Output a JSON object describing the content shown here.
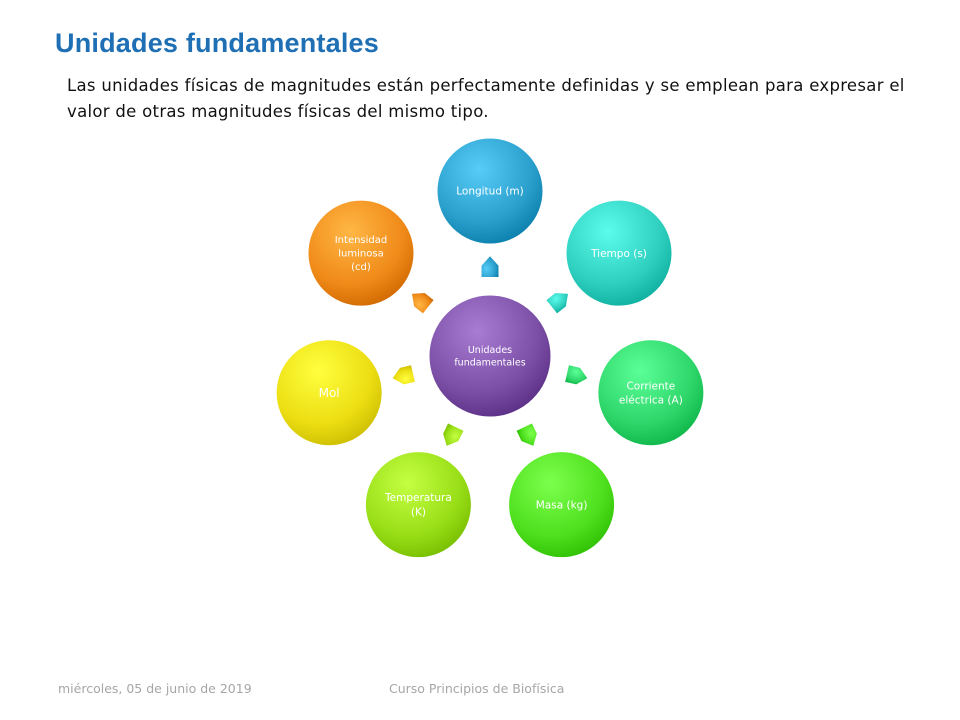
{
  "slide": {
    "title": "Unidades fundamentales",
    "body": "Las unidades físicas de magnitudes están perfectamente definidas y se emplean para expresar el valor de otras magnitudes físicas del mismo tipo."
  },
  "diagram": {
    "center": {
      "lines": [
        "Unidades",
        "fundamentales"
      ],
      "color": "#7b4fa6"
    },
    "nodes": [
      {
        "id": "longitud",
        "lines": [
          "Longitud (m)"
        ],
        "color": "#2a9fcc"
      },
      {
        "id": "tiempo",
        "lines": [
          "Tiempo (s)"
        ],
        "color": "#2fcfbf"
      },
      {
        "id": "corriente",
        "lines": [
          "Corriente",
          "eléctrica (A)"
        ],
        "color": "#2ed66a"
      },
      {
        "id": "masa",
        "lines": [
          "Masa (kg)"
        ],
        "color": "#4fe01f"
      },
      {
        "id": "temperatura",
        "lines": [
          "Temperatura",
          "(K)"
        ],
        "color": "#98de16"
      },
      {
        "id": "mol",
        "lines": [
          "Mol"
        ],
        "color": "#ecde12"
      },
      {
        "id": "intensidad",
        "lines": [
          "Intensidad",
          "luminosa",
          "(cd)"
        ],
        "color": "#f08a18"
      }
    ]
  },
  "footer": {
    "date": "miércoles, 05 de junio de 2019",
    "course": "Curso Principios de Biofísica"
  }
}
